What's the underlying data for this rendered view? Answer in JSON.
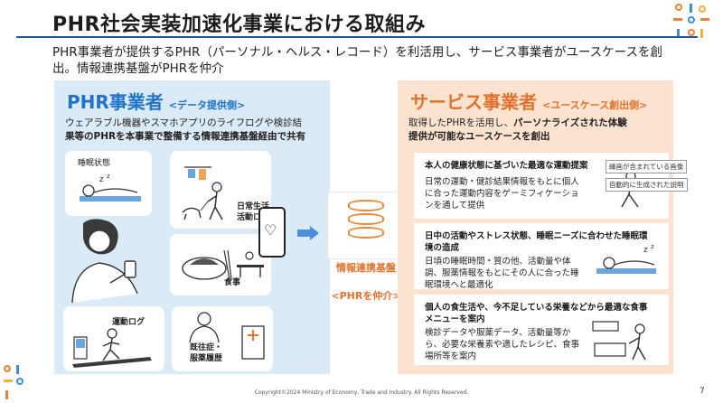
{
  "page": {
    "title": "PHR社会実装加速化事業における取組み",
    "lead": "PHR事業者が提供するPHR（パーソナル・ヘルス・レコード）を利活用し、サービス事業者がユースケースを創出。情報連携基盤がPHRを仲介",
    "footer": "Copyright©2024 Ministry of Economy, Trade and Industry. All Rights Reserved.",
    "page_number": "7"
  },
  "left": {
    "heading": "PHR事業者",
    "subheading": "<データ提供側>",
    "desc_line1": "ウェアラブル機器やスマホアプリのライフログや検診結",
    "desc_line2_bold": "果等のPHRを本事業で整備する情報連携基盤経由で共有",
    "labels": {
      "sleep": "睡眠状態",
      "daily": "日常生活",
      "daily2": "活動ログ",
      "meal": "食事",
      "exercise": "運動ログ",
      "history": "既往症・",
      "history2": "服薬履歴"
    }
  },
  "center": {
    "platform_label": "情報連携基盤",
    "mediate_label": "<PHRを仲介>"
  },
  "right": {
    "heading": "サービス事業者",
    "subheading": "<ユースケース創出側>",
    "desc_line1_a": "取得したPHRを活用し、",
    "desc_line1_b": "パーソナライズされた体験",
    "desc_line2": "提供が可能なユースケースを創出",
    "cases": [
      {
        "title": "本人の健康状態に基づいた最適な運動提案",
        "desc": "日常の運動・健診結果情報をもとに個人に合った運動内容をゲーミフィケーションを通して提供"
      },
      {
        "title": "日中の活動やストレス状態、睡眠ニーズに合わせた睡眠環境の造成",
        "desc": "日頃の睡眠時間・質の他、活動量や体調、服薬情報をもとにその人に合った睡眠環境へと最適化"
      },
      {
        "title": "個人の食生活や、今不足している栄養などから最適な食事メニューを案内",
        "desc": "検診データや服薬データ、活動量等から、必要な栄養素や適したレシピ、食事場所等を案内"
      }
    ],
    "badges": {
      "badge1": "縁画が含まれている画像",
      "badge2": "自動的に生成された説明"
    }
  },
  "colors": {
    "accent_blue": "#1f73c8",
    "accent_orange": "#e0722d",
    "left_bg": "#dbeaf7",
    "right_bg": "#fbe3cf"
  }
}
